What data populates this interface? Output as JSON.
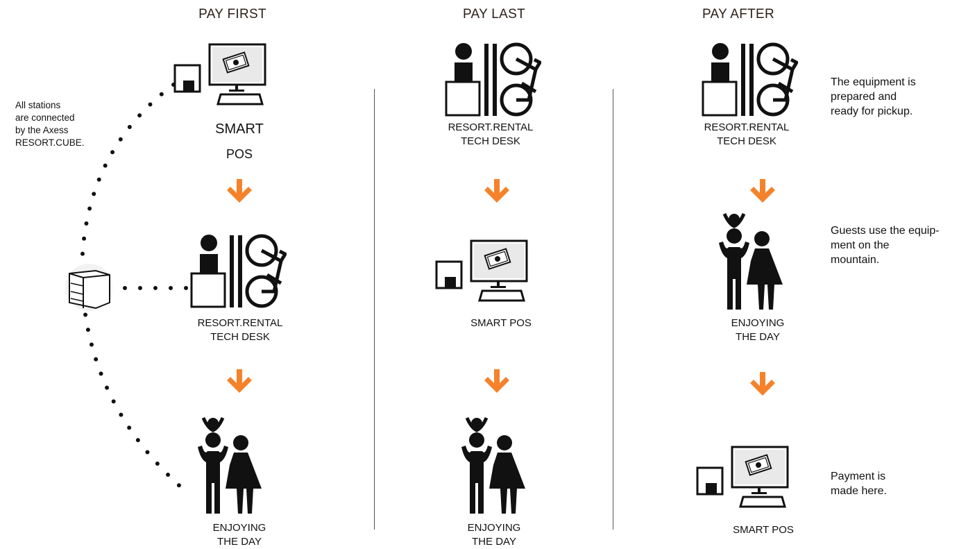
{
  "columns": [
    {
      "title": "PAY FIRST",
      "steps": [
        "SMART",
        "POS",
        "RESORT.RENTAL",
        "TECH DESK",
        "ENJOYING",
        "THE DAY"
      ]
    },
    {
      "title": "PAY LAST",
      "steps": [
        "RESORT.RENTAL",
        "TECH DESK",
        "SMART POS",
        "ENJOYING",
        "THE DAY"
      ]
    },
    {
      "title": "PAY AFTER",
      "steps": [
        "RESORT.RENTAL",
        "TECH DESK",
        "ENJOYING",
        "THE DAY",
        "SMART POS"
      ]
    }
  ],
  "cube_note": [
    "All stations",
    "are connected",
    "by the Axess",
    "RESORT.CUBE."
  ],
  "side_notes": [
    [
      "The equipment is",
      "prepared and",
      "ready for pickup."
    ],
    [
      "Guests use the equip-",
      "ment on the",
      "mountain."
    ],
    [
      "Payment is",
      "made here."
    ]
  ],
  "colors": {
    "arrow": "#f5822a",
    "icon": "#111111",
    "divider": "#555555"
  },
  "icons": [
    "pos-terminal-icon",
    "rental-desk-icon",
    "family-icon",
    "resort-cube-icon"
  ]
}
